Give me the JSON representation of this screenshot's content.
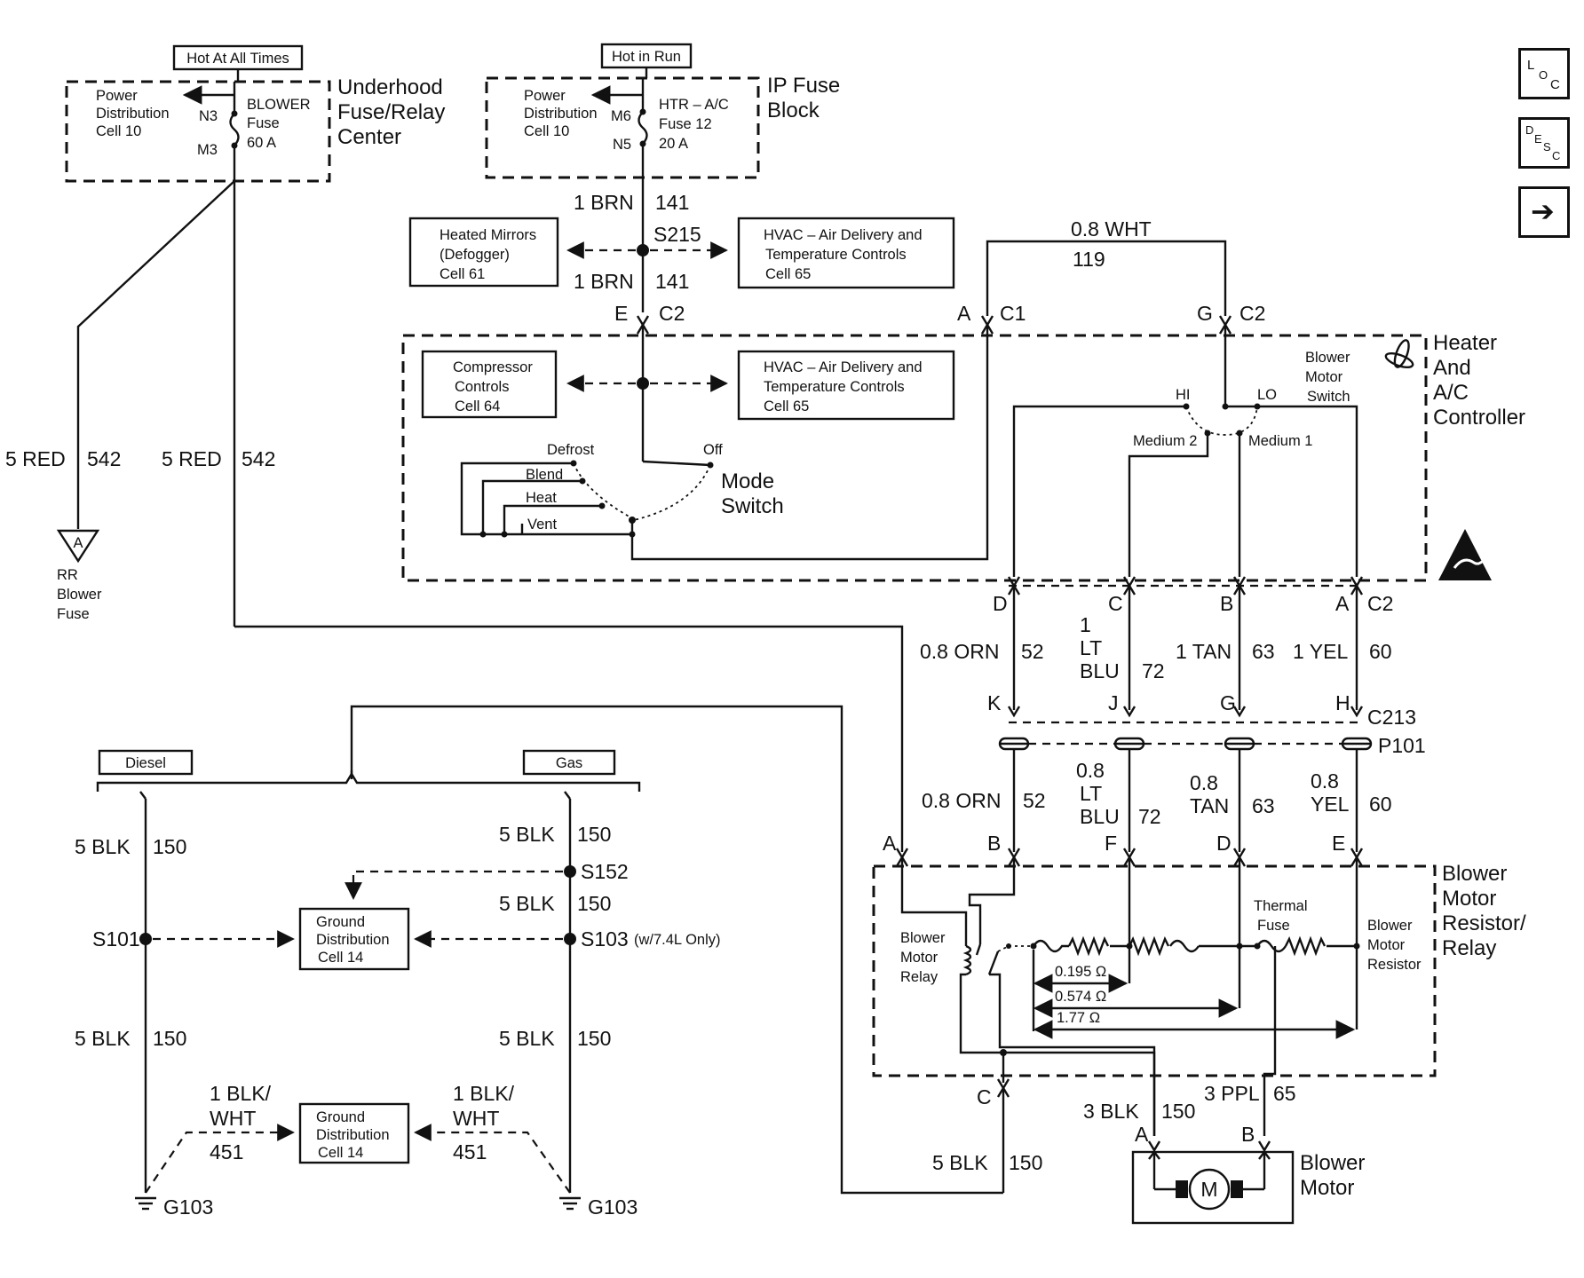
{
  "hot_at_all_times": "Hot At All Times",
  "hot_in_run": "Hot in Run",
  "underhood": {
    "title": [
      "Underhood",
      "Fuse/Relay",
      "Center"
    ],
    "pd": [
      "Power",
      "Distribution",
      "Cell 10"
    ],
    "n3": "N3",
    "m3": "M3",
    "fuse": [
      "BLOWER",
      "Fuse",
      "60 A"
    ]
  },
  "ipfuse": {
    "title": [
      "IP Fuse",
      "Block"
    ],
    "pd": [
      "Power",
      "Distribution",
      "Cell 10"
    ],
    "m6": "M6",
    "n5": "N5",
    "fuse": [
      "HTR – A/C",
      "Fuse 12",
      "20 A"
    ]
  },
  "wires": {
    "brn1": "1 BRN",
    "brn1_num": "141",
    "s215": "S215",
    "wht": "0.8 WHT",
    "wht_num": "119",
    "red1": "5 RED",
    "red1_num": "542",
    "red2": "5 RED",
    "red2_num": "542",
    "orn": "0.8 ORN",
    "orn_num": "52",
    "ltblu1": [
      "1",
      "LT",
      "BLU"
    ],
    "ltblu1_num": "72",
    "tan1": "1 TAN",
    "tan1_num": "63",
    "yel1": "1 YEL",
    "yel1_num": "60",
    "orn2": "0.8 ORN",
    "orn2_num": "52",
    "ltblu2": [
      "0.8",
      "LT",
      "BLU"
    ],
    "ltblu2_num": "72",
    "tan2": [
      "0.8",
      "TAN"
    ],
    "tan2_num": "63",
    "yel2": [
      "0.8",
      "YEL"
    ],
    "yel2_num": "60",
    "blk_c": "5 BLK",
    "blk_c_num": "150",
    "blk_m": "3 BLK",
    "blk_m_num": "150",
    "ppl": "3 PPL",
    "ppl_num": "65"
  },
  "boxes": {
    "heated_mirrors": [
      "Heated Mirrors",
      "(Defogger)",
      "Cell 61"
    ],
    "hvac_top": [
      "HVAC – Air Delivery and",
      "Temperature Controls",
      "Cell 65"
    ],
    "compressor": [
      "Compressor",
      "Controls",
      "Cell 64"
    ],
    "hvac_mid": [
      "HVAC – Air Delivery and",
      "Temperature Controls",
      "Cell 65"
    ],
    "ground1": [
      "Ground",
      "Distribution",
      "Cell 14"
    ],
    "ground2": [
      "Ground",
      "Distribution",
      "Cell 14"
    ]
  },
  "controller": {
    "title": [
      "Heater",
      "And",
      "A/C",
      "Controller"
    ],
    "mode_switch": [
      "Mode",
      "Switch"
    ],
    "mode_positions": [
      "Defrost",
      "Blend",
      "Heat",
      "Vent",
      "Off"
    ],
    "blower_switch": [
      "Blower",
      "Motor",
      "Switch"
    ],
    "speeds": [
      "HI",
      "LO",
      "Medium 2",
      "Medium 1"
    ]
  },
  "connectors": {
    "e": "E",
    "c2a": "C2",
    "a": "A",
    "c1": "C1",
    "g": "G",
    "c2b": "C2",
    "d": "D",
    "c": "C",
    "b": "B",
    "a2": "A",
    "c2c": "C2",
    "k": "K",
    "j": "J",
    "g2": "G",
    "h": "H",
    "c213": "C213",
    "p101": "P101",
    "ra": "A",
    "rb": "B",
    "rf": "F",
    "rd": "D",
    "re": "E",
    "cc": "C",
    "ma": "A",
    "mb": "B"
  },
  "resistor_relay": {
    "title": [
      "Blower",
      "Motor",
      "Resistor/",
      "Relay"
    ],
    "relay": [
      "Blower",
      "Motor",
      "Relay"
    ],
    "thermal": [
      "Thermal",
      "Fuse"
    ],
    "resistor": [
      "Blower",
      "Motor",
      "Resistor"
    ],
    "r1": "0.195 Ω",
    "r2": "0.574 Ω",
    "r3": "1.77 Ω"
  },
  "motor": {
    "label": [
      "Blower",
      "Motor"
    ],
    "symbol": "M"
  },
  "rr_fuse": {
    "letter": "A",
    "label": [
      "RR",
      "Blower",
      "Fuse"
    ]
  },
  "ground_section": {
    "diesel": "Diesel",
    "gas": "Gas",
    "blk_l1": "5 BLK",
    "blk_l1_num": "150",
    "blk_l2": "5 BLK",
    "blk_l2_num": "150",
    "blk_r1": "5 BLK",
    "blk_r1_num": "150",
    "blk_r2": "5 BLK",
    "blk_r2_num": "150",
    "blk_r3": "5 BLK",
    "blk_r3_num": "150",
    "s101": "S101",
    "s152": "S152",
    "s103": "S103",
    "s103_note": "(w/7.4L Only)",
    "bw_l": [
      "1 BLK/",
      "WHT"
    ],
    "bw_l_num": "451",
    "bw_r": [
      "1 BLK/",
      "WHT"
    ],
    "bw_r_num": "451",
    "g103_l": "G103",
    "g103_r": "G103"
  },
  "nav": {
    "loc": [
      "L",
      "O",
      "C"
    ],
    "desc": [
      "D",
      "E",
      "S",
      "C"
    ],
    "next": "➔"
  }
}
